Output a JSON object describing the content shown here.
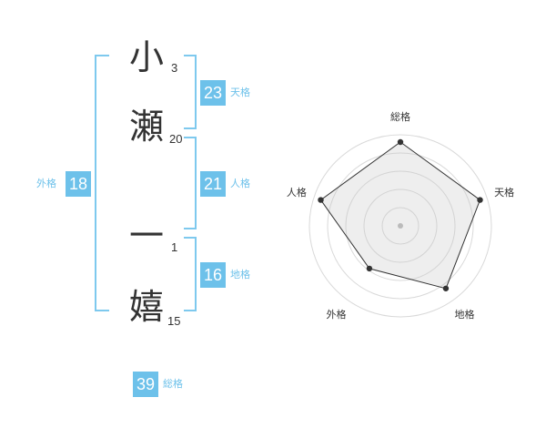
{
  "name": {
    "chars": [
      {
        "kanji": "小",
        "strokes": "3"
      },
      {
        "kanji": "瀬",
        "strokes": "20"
      },
      {
        "kanji": "一",
        "strokes": "1"
      },
      {
        "kanji": "嬉",
        "strokes": "15"
      }
    ]
  },
  "fortunes": {
    "tenkaku": {
      "value": "23",
      "label": "天格"
    },
    "jinkaku": {
      "value": "21",
      "label": "人格"
    },
    "chikaku": {
      "value": "16",
      "label": "地格"
    },
    "gaikaku": {
      "value": "18",
      "label": "外格"
    },
    "soukaku": {
      "value": "39",
      "label": "総格"
    }
  },
  "colors": {
    "accent": "#6dc1ea",
    "bracket": "#7ec9ee",
    "text": "#333333"
  },
  "chart_data": {
    "type": "radar",
    "axes": [
      "総格",
      "天格",
      "地格",
      "外格",
      "人格"
    ],
    "values": [
      0.92,
      0.92,
      0.85,
      0.58,
      0.92
    ],
    "rings": 4,
    "scale_max": 1,
    "grid": true
  }
}
